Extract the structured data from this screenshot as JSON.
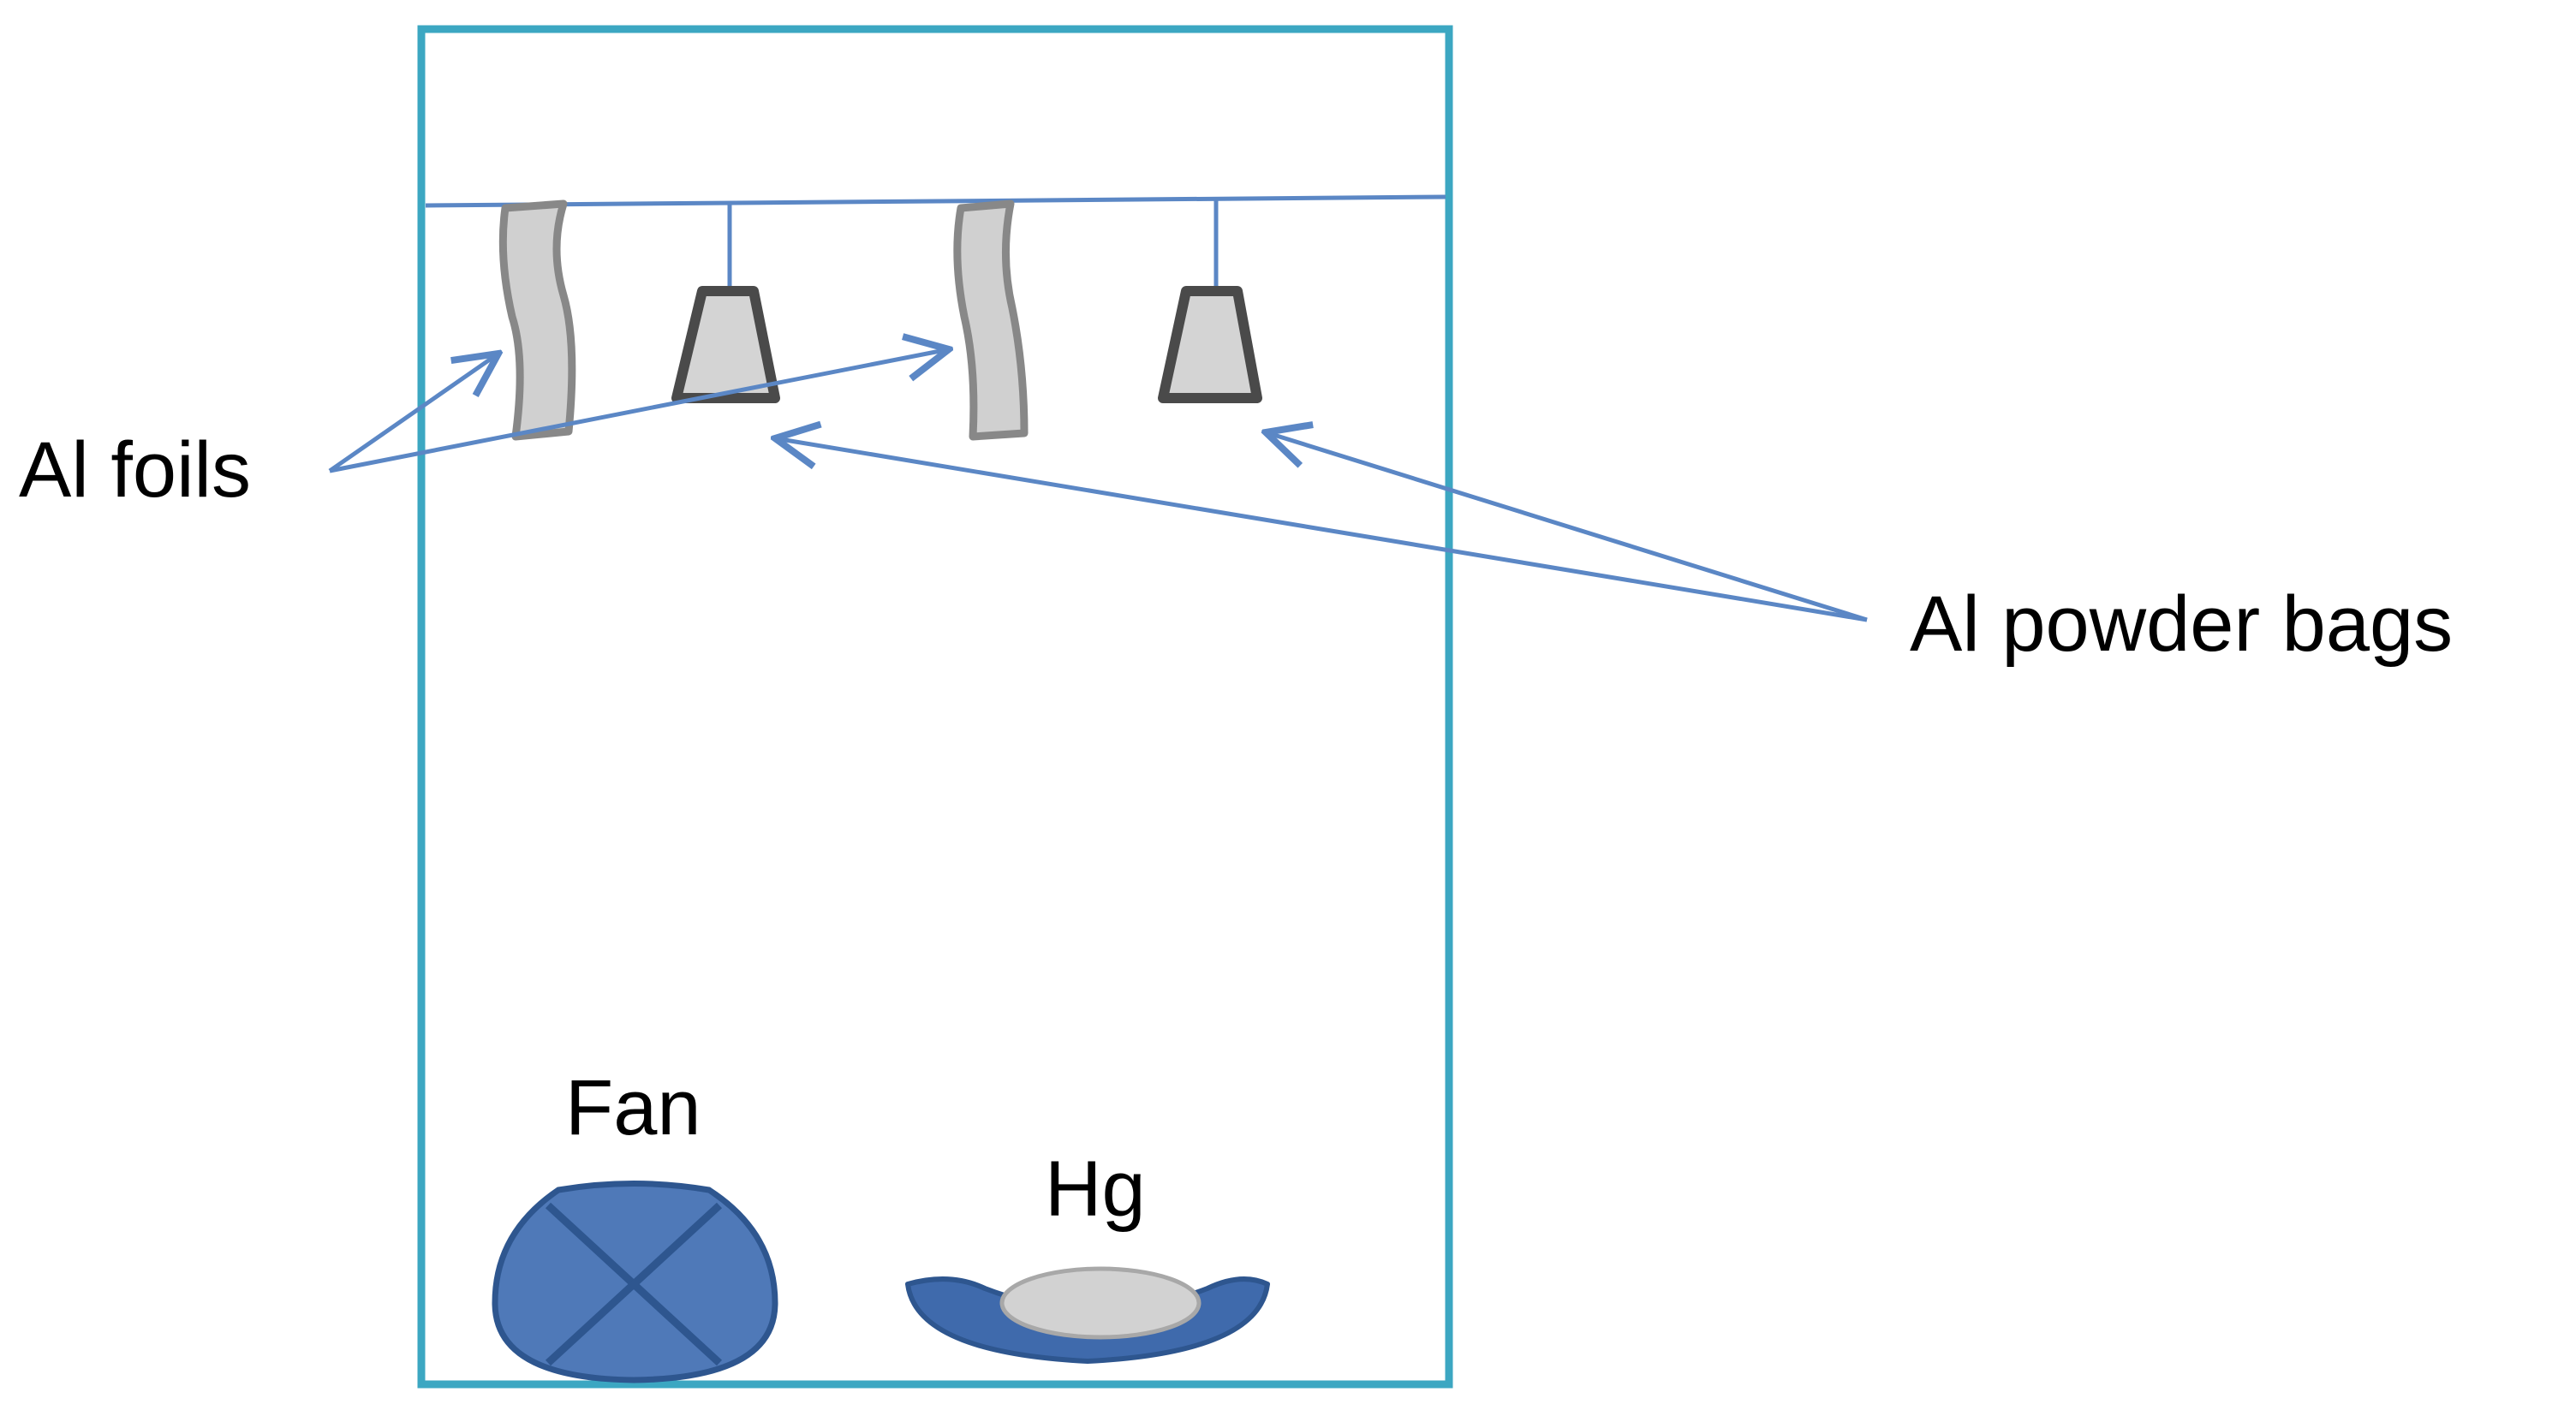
{
  "labels": {
    "al_foils": "Al foils",
    "al_powder_bags": "Al powder bags",
    "fan": "Fan",
    "hg": "Hg"
  },
  "colors": {
    "chamber_border": "#3CA7C2",
    "rail_and_arrows": "#5B87C5",
    "foil_fill": "#D0D0D0",
    "foil_stroke": "#888888",
    "bag_fill": "#D4D4D4",
    "bag_stroke": "#4A4A4A",
    "fan_fill": "#4F79B8",
    "fan_stroke": "#2E568F",
    "dish_fill": "#3F6AAC",
    "mercury_fill": "#D2D2D2"
  }
}
